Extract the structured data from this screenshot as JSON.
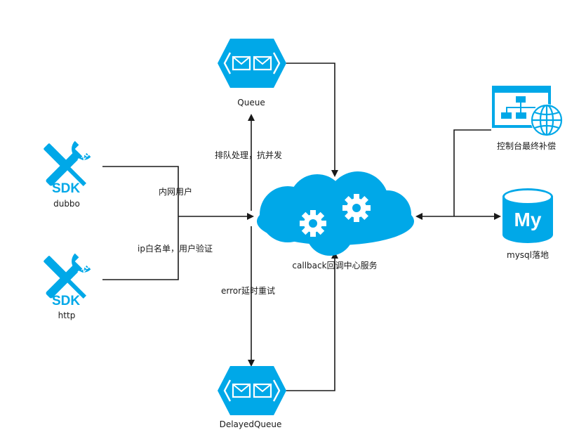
{
  "nodes": {
    "queue": {
      "label": "Queue",
      "icon": "message-queue-icon"
    },
    "delayed_queue": {
      "label": "DelayedQueue",
      "icon": "message-queue-icon"
    },
    "sdk_dubbo": {
      "label": "dubbo",
      "icon": "azure-sdk-icon",
      "badge": "Azure",
      "sdk_text": "SDK"
    },
    "sdk_http": {
      "label": "http",
      "icon": "azure-sdk-icon",
      "badge": "Azure",
      "sdk_text": "SDK"
    },
    "callback_service": {
      "label": "callback回调中心服务",
      "icon": "cloud-gears-icon"
    },
    "console": {
      "label": "控制台最终补偿",
      "icon": "web-sitemap-globe-icon"
    },
    "mysql": {
      "label": "mysql落地",
      "icon": "mysql-database-icon",
      "db_text": "My"
    }
  },
  "edges": {
    "intranet_user": "内网用户",
    "ip_whitelist": "ip白名单，用户验证",
    "queue_process": "排队处理，抗并发",
    "error_retry": "error延时重试"
  },
  "colors": {
    "accent": "#00a8e8",
    "line": "#1a1a1a",
    "background": "#ffffff"
  }
}
